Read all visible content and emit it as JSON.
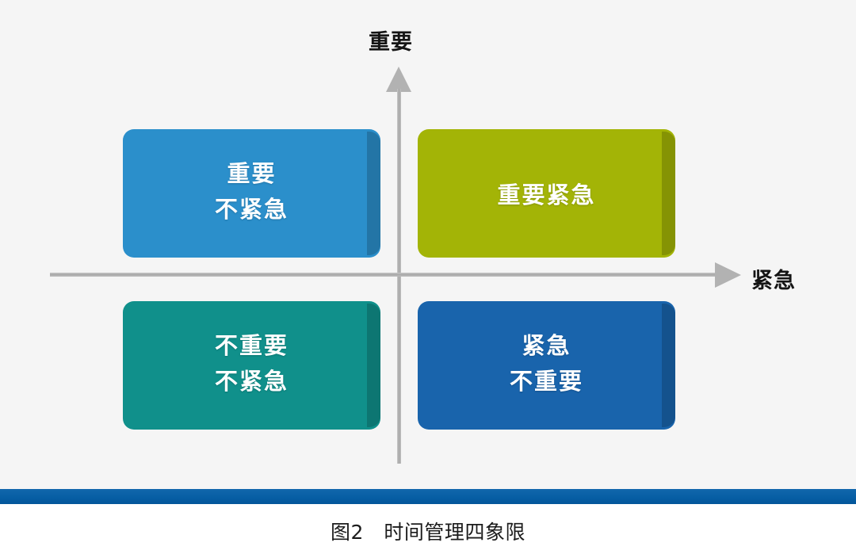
{
  "figure": {
    "caption": "图2　时间管理四象限",
    "background_color": "#f5f5f5",
    "rule_bar_color": "#0a5ea6"
  },
  "axes": {
    "y_label": "重要",
    "x_label": "紧急",
    "axis_color": "#a8a8a8",
    "arrow_color": "#b2b2b2"
  },
  "quadrants": [
    {
      "id": "important-not-urgent",
      "position": "top-left",
      "lines": [
        "重要",
        "不紧急"
      ],
      "text": "重要\n不紧急",
      "color": "#2b8fcb"
    },
    {
      "id": "important-urgent",
      "position": "top-right",
      "lines": [
        "重要紧急"
      ],
      "text": "重要紧急",
      "color": "#a3b406"
    },
    {
      "id": "not-important-not-urgent",
      "position": "bottom-left",
      "lines": [
        "不重要",
        "不紧急"
      ],
      "text": "不重要\n不紧急",
      "color": "#10908b"
    },
    {
      "id": "urgent-not-important",
      "position": "bottom-right",
      "lines": [
        "紧急",
        "不重要"
      ],
      "text": "紧急\n不重要",
      "color": "#1964ac"
    }
  ]
}
